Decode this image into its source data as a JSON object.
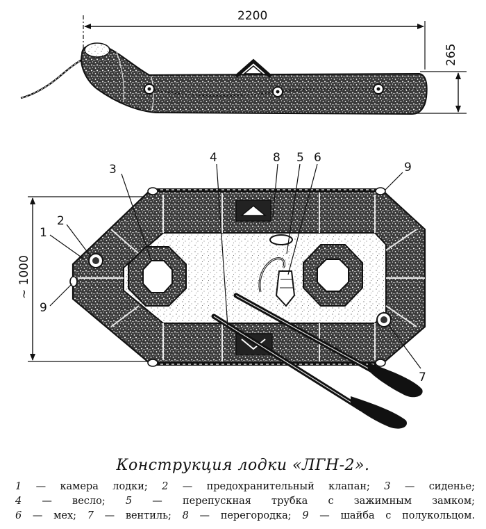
{
  "dimensions": {
    "length": "2200",
    "height": "265",
    "width": "~ 1000"
  },
  "callouts": [
    {
      "key": "c1",
      "label": "1"
    },
    {
      "key": "c2",
      "label": "2"
    },
    {
      "key": "c3",
      "label": "3"
    },
    {
      "key": "c4",
      "label": "4"
    },
    {
      "key": "c8",
      "label": "8"
    },
    {
      "key": "c5",
      "label": "5"
    },
    {
      "key": "c6",
      "label": "6"
    },
    {
      "key": "c9a",
      "label": "9"
    },
    {
      "key": "c9b",
      "label": "9"
    },
    {
      "key": "c7",
      "label": "7"
    }
  ],
  "caption": "Конструкция лодки «ЛГН-2».",
  "legend": [
    [
      {
        "num": "1",
        "text": "камера лодки;"
      },
      {
        "num": "2",
        "text": "предохранительный клапан;"
      },
      {
        "num": "3",
        "text": "сиденье;"
      }
    ],
    [
      {
        "num": "4",
        "text": "весло;"
      },
      {
        "num": "5",
        "text": "перепускная трубка с зажимным замком;"
      }
    ],
    [
      {
        "num": "6",
        "text": "мех;"
      },
      {
        "num": "7",
        "text": "вентиль;"
      },
      {
        "num": "8",
        "text": "перегородка;"
      },
      {
        "num": "9",
        "text": "шайба с полукольцом."
      }
    ]
  ]
}
